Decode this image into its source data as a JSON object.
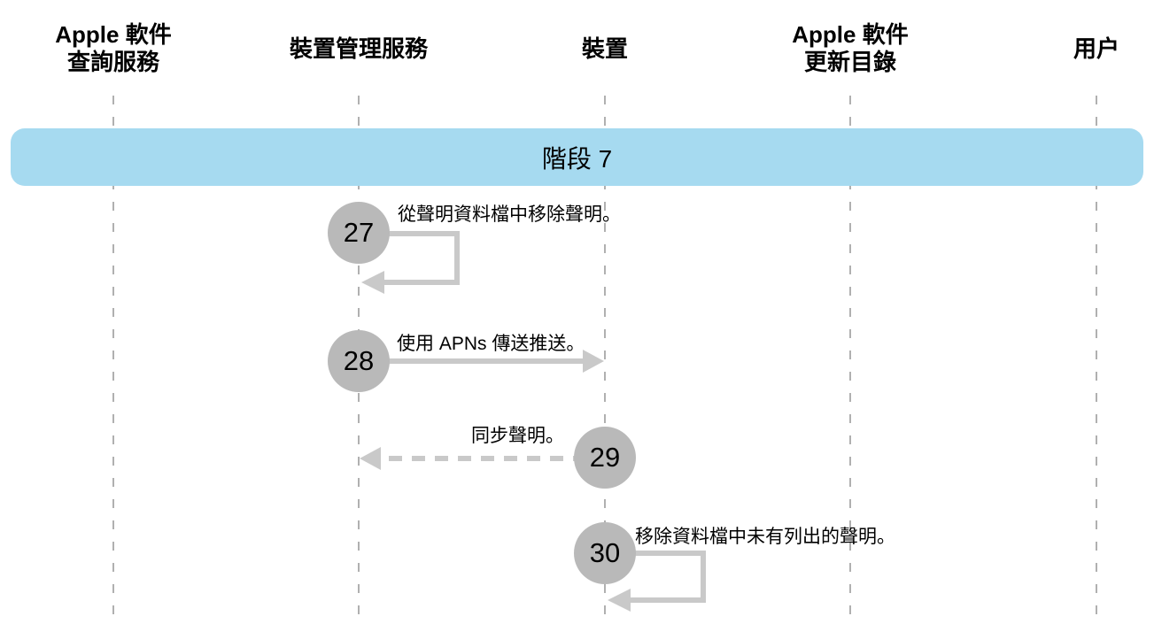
{
  "diagram": {
    "type": "sequence-diagram",
    "banner": {
      "label": "階段 7"
    },
    "lifelines": [
      {
        "name": "Apple 軟件\n查詢服務"
      },
      {
        "name": "裝置管理服務"
      },
      {
        "name": "裝置"
      },
      {
        "name": "Apple 軟件\n更新目錄"
      },
      {
        "name": "用户"
      }
    ],
    "steps": [
      {
        "number": "27",
        "label": "從聲明資料檔中移除聲明。",
        "from": "裝置管理服務",
        "to": "裝置管理服務",
        "arrow": "self-loop-solid"
      },
      {
        "number": "28",
        "label": "使用 APNs 傳送推送。",
        "from": "裝置管理服務",
        "to": "裝置",
        "arrow": "solid-right"
      },
      {
        "number": "29",
        "label": "同步聲明。",
        "from": "裝置",
        "to": "裝置管理服務",
        "arrow": "dashed-left"
      },
      {
        "number": "30",
        "label": "移除資料檔中未有列出的聲明。",
        "from": "裝置",
        "to": "裝置",
        "arrow": "self-loop-solid"
      }
    ],
    "colors": {
      "banner_blue": "#a6daf0",
      "circle_gray": "#b9b9b9",
      "arrow_gray": "#c9c9c9",
      "lifeline_gray": "#b0b0b0",
      "text": "#000000",
      "background": "#ffffff"
    }
  }
}
